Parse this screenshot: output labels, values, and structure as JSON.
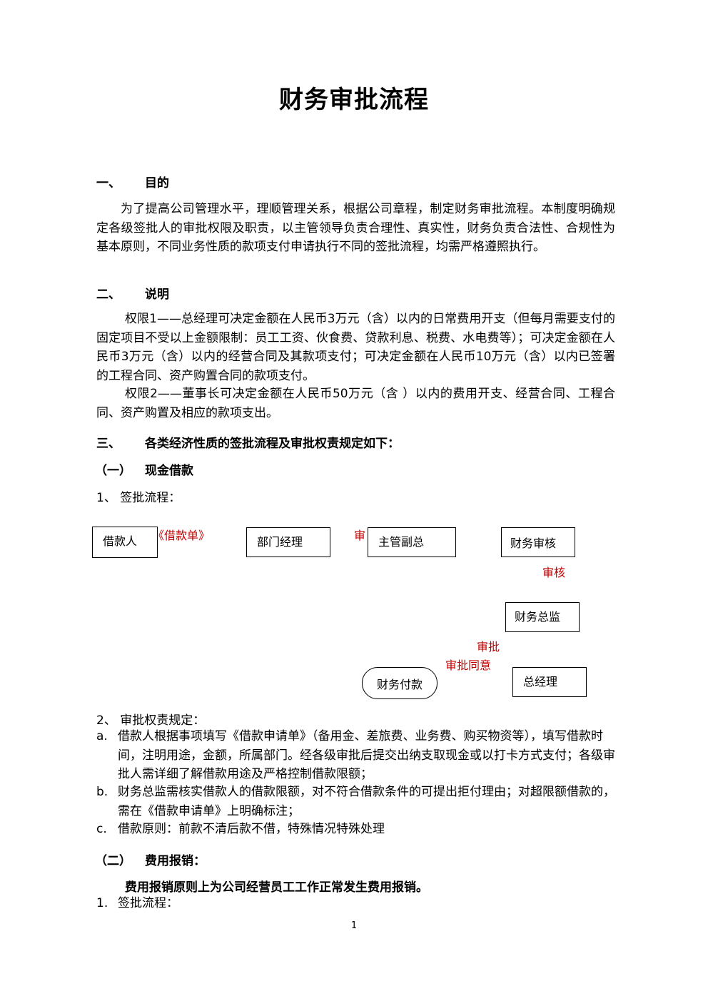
{
  "title": "财务审批流程",
  "sections": {
    "purpose": {
      "number": "一、",
      "title": "目的",
      "paragraph": "为了提高公司管理水平，理顺管理关系，根据公司章程，制定财务审批流程。本制度明确规定各级签批人的审批权限及职责，以主管领导负责合理性、真实性，财务负责合法性、合规性为基本原则，不同业务性质的款项支付申请执行不同的签批流程，均需严格遵照执行。"
    },
    "explanation": {
      "number": "二、",
      "title": "说明",
      "authority1": "权限1——总经理可决定金额在人民币3万元（含）以内的日常费用开支（但每月需要支付的固定项目不受以上金额限制：员工工资、伙食费、贷款利息、税费、水电费等）；可决定金额在人民币3万元（含）以内的经营合同及其款项支付；可决定金额在人民币10万元（含）以内已签署的工程合同、资产购置合同的款项支付。",
      "authority2": "权限2——董事长可决定金额在人民币50万元（含 ）以内的费用开支、经营合同、工程合同、资产购置及相应的款项支出。"
    },
    "procedures": {
      "number": "三、",
      "title": "各类经济性质的签批流程及审批权责规定如下："
    }
  },
  "cash_loan": {
    "number": "（一）",
    "title": "现金借款",
    "step1": "1、 签批流程：",
    "flowchart": {
      "boxes": {
        "borrower": "借款人",
        "dept_manager": "部门经理",
        "vp": "主管副总",
        "finance_review": "财务审核",
        "finance_director": "财务总监",
        "general_manager": "总经理",
        "payment": "财务付款"
      },
      "labels": {
        "loan_form": "《借款单》",
        "approve_partial": "审",
        "review": "审核",
        "approve": "审批",
        "approve_agree": "审批同意"
      }
    },
    "step2": "2、 审批权责规定：",
    "items": [
      {
        "marker": "a.",
        "text": "借款人根据事项填写《借款申请单》（备用金、差旅费、业务费、购买物资等），填写借款时间，注明用途，金额，所属部门。经各级审批后提交出纳支取现金或以打卡方式支付；各级审批人需详细了解借款用途及严格控制借款限额；"
      },
      {
        "marker": "b.",
        "text": "财务总监需核实借款人的借款限额，对不符合借款条件的可提出拒付理由；对超限额借款的，需在《借款申请单》上明确标注；"
      },
      {
        "marker": "c.",
        "text": "借款原则：前款不清后款不借，特殊情况特殊处理"
      }
    ]
  },
  "expense": {
    "number": "（二）",
    "title": "费用报销：",
    "principle": "费用报销原则上为公司经营员工工作正常发生费用报销。",
    "step1_marker": "1.",
    "step1": "签批流程："
  },
  "page_number": "1"
}
